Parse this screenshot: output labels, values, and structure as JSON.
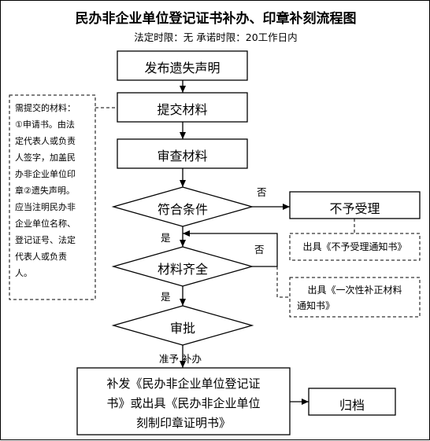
{
  "title": "民办非企业单位登记证书补办、印章补刻流程图",
  "subtitle": "法定时限：无  承诺时限：20工作日内",
  "nodes": {
    "publish_notice": "发布遗失声明",
    "submit_materials": "提交材料",
    "review_materials": "审查材料",
    "meets_conditions": "符合条件",
    "not_accepted": "不予受理",
    "materials_complete": "材料齐全",
    "approval": "审批",
    "reissue": [
      "补发《民办非企业单位登记证",
      "书》或出具《民办非企业单位",
      "刻制印章证明书》"
    ],
    "archive": "归档"
  },
  "edge_labels": {
    "no1": "否",
    "yes1": "是",
    "no2": "否",
    "yes2": "是",
    "approve_reissue": "准予 补办"
  },
  "notes": {
    "not_accepted_notice": "出具《不予受理通知书》",
    "supplement_notice": [
      "出具《一次性补正材料",
      "通知书》"
    ],
    "required_materials": [
      "需提交的材料：",
      "①申请书。由法",
      "定代表人或负责",
      "人签字，加盖民",
      "办非企业单位印",
      "章②遗失声明。",
      "应当注明民办非",
      "企业单位名称、",
      "登记证号、法定",
      "代表人或负责",
      "人。"
    ]
  }
}
